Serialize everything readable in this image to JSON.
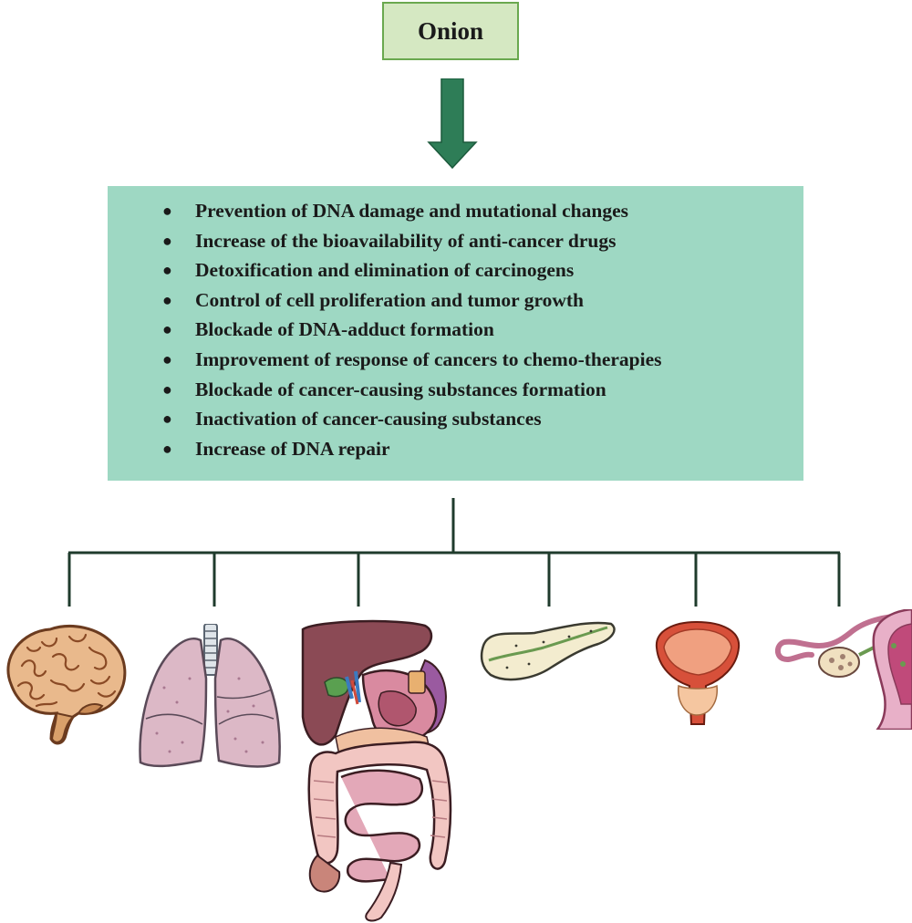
{
  "source": {
    "label": "Onion"
  },
  "effects": {
    "items": [
      "Prevention of DNA damage and mutational changes",
      "Increase of the bioavailability of anti-cancer drugs",
      "Detoxification and elimination of carcinogens",
      "Control of cell proliferation and tumor growth",
      "Blockade of DNA-adduct formation",
      "Improvement of response of cancers to chemo-therapies",
      "Blockade of cancer-causing substances formation",
      "Inactivation of cancer-causing substances",
      "Increase of DNA repair"
    ]
  },
  "organs": [
    "brain-icon",
    "lungs-icon",
    "digestive-system-icon",
    "pancreas-icon",
    "prostate-icon",
    "uterus-ovary-icon"
  ],
  "colors": {
    "source_fill": "#d5e8c2",
    "source_border": "#6aa84f",
    "arrow": "#2e7d57",
    "effects_fill": "#9ed8c3",
    "connector": "#1f3b2c"
  }
}
